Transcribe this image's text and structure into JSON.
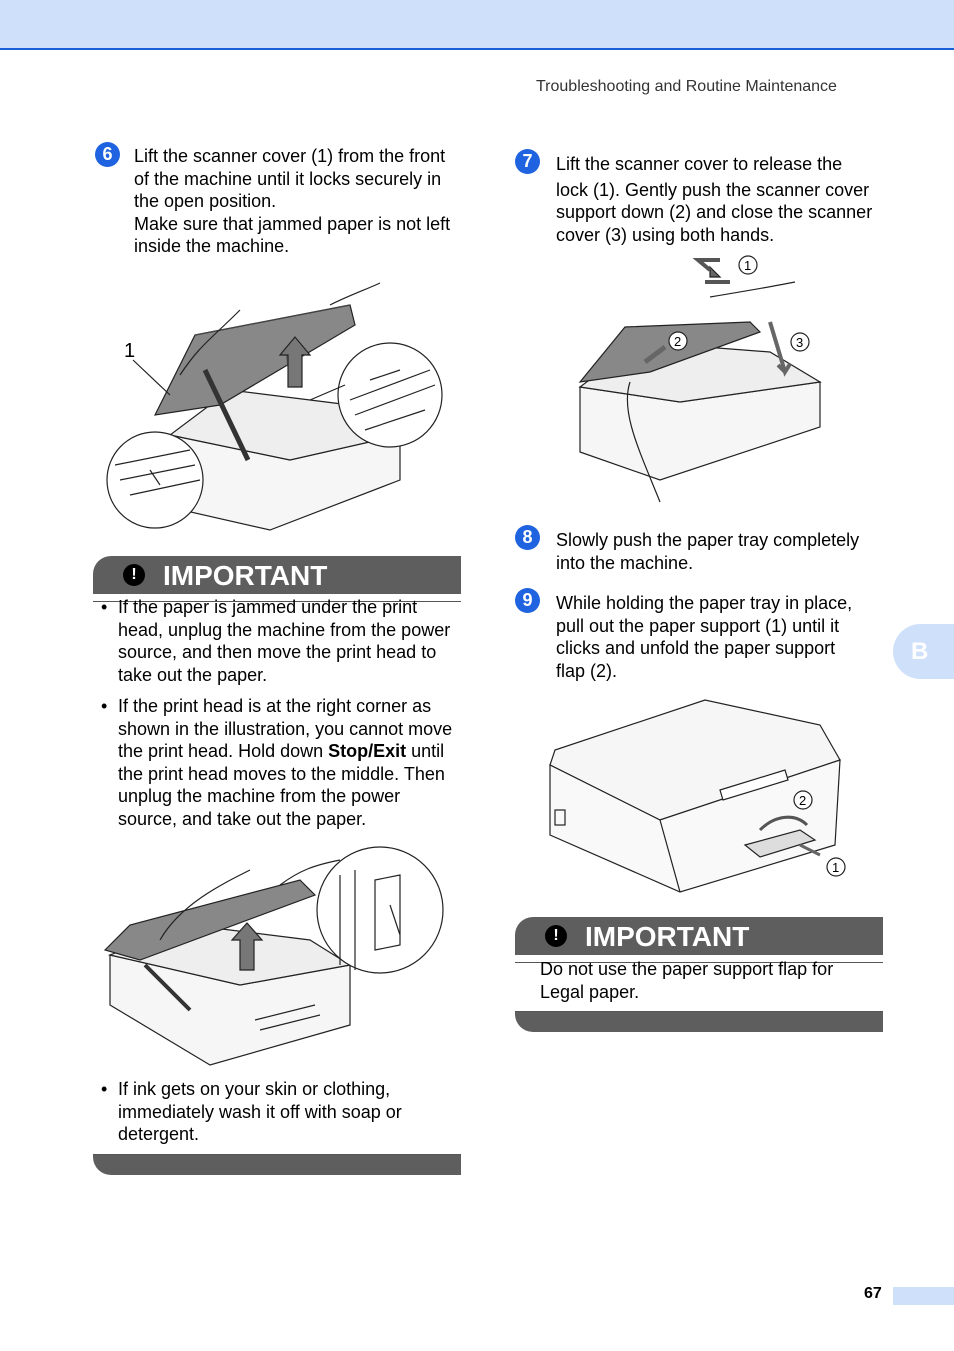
{
  "header": {
    "running_title": "Troubleshooting and Routine Maintenance"
  },
  "side_tab": {
    "letter": "B"
  },
  "footer": {
    "page_number": "67"
  },
  "steps": {
    "s6": {
      "num": "6",
      "lines": [
        "Lift the scanner cover (1) from the front",
        "of the machine until it locks securely in",
        "the open position.",
        "Make sure that jammed paper is not left",
        "inside the machine."
      ],
      "callout": "1"
    },
    "s7": {
      "num": "7",
      "lines": [
        "Lift the scanner cover to release the",
        "lock (1). Gently push the scanner cover",
        "support down (2) and close the scanner",
        "cover (3) using both hands."
      ],
      "callouts": [
        "1",
        "2",
        "3"
      ]
    },
    "s8": {
      "num": "8",
      "lines": [
        "Slowly push the paper tray completely",
        "into the machine."
      ]
    },
    "s9": {
      "num": "9",
      "lines": [
        "While holding the paper tray in place,",
        "pull out the paper support (1) until it",
        "clicks and unfold the paper support",
        "flap (2)."
      ],
      "callouts": [
        "2",
        "1"
      ]
    }
  },
  "important_left": {
    "title": "IMPORTANT",
    "icon": "exclamation-icon",
    "bullet1": [
      "If the paper is jammed under the print",
      "head, unplug the machine from the power",
      "source, and then move the print head to",
      "take out the paper."
    ],
    "bullet2": {
      "l1": "If the print head is at the right corner as",
      "l2": "shown in the illustration, you cannot move",
      "l3_pre": "the print head. Hold down ",
      "l3_bold": "Stop/Exit",
      "l3_post": " until",
      "l4": "the print head moves to the middle. Then",
      "l5": "unplug the machine from the power",
      "l6": "source, and take out the paper."
    },
    "bullet3": [
      "If ink gets on your skin or clothing,",
      "immediately wash it off with soap or",
      "detergent."
    ]
  },
  "important_right": {
    "title": "IMPORTANT",
    "icon": "exclamation-icon",
    "lines": [
      "Do not use the paper support flap for",
      "Legal paper."
    ]
  },
  "colors": {
    "accent_blue": "#1f63e0",
    "header_tint": "#cfe0fb",
    "important_bar": "#5e5e5e"
  }
}
